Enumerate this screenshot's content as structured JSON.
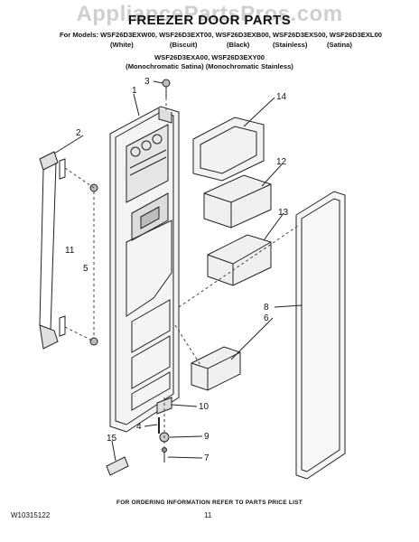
{
  "watermark": "AppliancePartsPros.com",
  "title": "FREEZER DOOR PARTS",
  "models_line": "For Models: WSF26D3EXW00, WSF26D3EXT00, WSF26D3EXB00, WSF26D3EXS00, WSF26D3EXL00",
  "colors": [
    "(White)",
    "(Biscuit)",
    "(Black)",
    "(Stainless)",
    "(Satina)"
  ],
  "models_line2": "WSF26D3EXA00, WSF26D3EXY00",
  "colors_line2": "(Monochromatic Satina) (Monochromatic Stainless)",
  "callouts": [
    "1",
    "2",
    "3",
    "4",
    "5",
    "6",
    "7",
    "8",
    "9",
    "10",
    "11",
    "12",
    "13",
    "14",
    "15"
  ],
  "footer_note": "FOR ORDERING INFORMATION REFER TO PARTS PRICE LIST",
  "doc_id": "W10315122",
  "page_number": "11"
}
